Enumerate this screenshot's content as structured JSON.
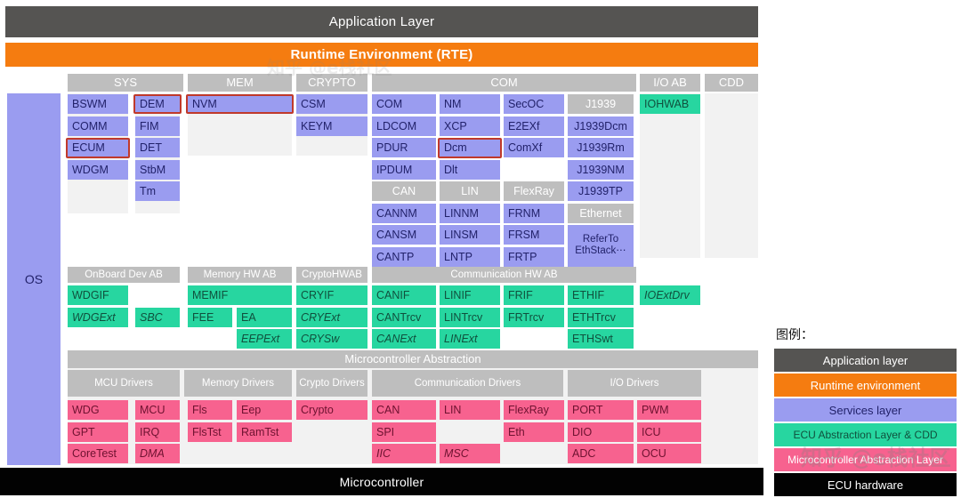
{
  "banners": {
    "application_layer": "Application Layer",
    "rte": "Runtime Environment (RTE)",
    "microcontroller": "Microcontroller"
  },
  "os_column": {
    "label": "OS"
  },
  "top_groups": [
    {
      "label": "SYS"
    },
    {
      "label": "MEM"
    },
    {
      "label": "CRYPTO"
    },
    {
      "label": "COM"
    },
    {
      "label": "I/O AB"
    },
    {
      "label": "CDD"
    }
  ],
  "services": {
    "sys": {
      "col1": [
        "BSWM",
        "COMM",
        "ECUM",
        "WDGM"
      ],
      "col2": [
        "DEM",
        "FIM",
        "DET",
        "StbM",
        "Tm"
      ]
    },
    "mem": {
      "col1": [
        "NVM"
      ]
    },
    "crypto": {
      "col1": [
        "CSM",
        "KEYM"
      ]
    },
    "com": {
      "col1": [
        "COM",
        "LDCOM",
        "PDUR",
        "IPDUM",
        "CAN",
        "CANNM",
        "CANSM",
        "CANTP"
      ],
      "col2": [
        "NM",
        "XCP",
        "Dcm",
        "Dlt",
        "LIN",
        "LINNM",
        "LINSM",
        "LNTP"
      ],
      "col3": [
        "SecOC",
        "E2EXf",
        "ComXf",
        "",
        "FlexRay",
        "FRNM",
        "FRSM",
        "FRTP"
      ],
      "col4": [
        "J1939",
        "J1939Dcm",
        "J1939Rm",
        "J1939NM",
        "J1939TP",
        "Ethernet",
        "ReferTo EthStack⋯"
      ]
    },
    "io_ab": {
      "col1": [
        "IOHWAB"
      ]
    }
  },
  "hw_abstraction": {
    "group_headers": [
      {
        "label": "OnBoard Dev AB"
      },
      {
        "label": "Memory HW AB"
      },
      {
        "label": "CryptoHWAB"
      },
      {
        "label": "Communication HW AB"
      }
    ],
    "onboard": {
      "col1": [
        "WDGIF",
        "WDGExt"
      ],
      "col2": [
        "SBC"
      ]
    },
    "memory": {
      "col1": [
        "MEMIF",
        "FEE"
      ],
      "col2": [
        "EA",
        "EEPExt"
      ]
    },
    "crypto": {
      "col1": [
        "CRYIF",
        "CRYExt",
        "CRYSw"
      ]
    },
    "comm": {
      "col1": [
        "CANIF",
        "CANTrcv",
        "CANExt"
      ],
      "col2": [
        "LINIF",
        "LINTrcv",
        "LINExt"
      ],
      "col3": [
        "FRIF",
        "FRTrcv"
      ],
      "col4": [
        "ETHIF",
        "ETHTrcv",
        "ETHSwt"
      ]
    },
    "io": {
      "col1": [
        "IOExtDrv"
      ]
    }
  },
  "mcal": {
    "title": "Microcontroller Abstraction",
    "group_headers": [
      {
        "label": "MCU Drivers"
      },
      {
        "label": "Memory Drivers"
      },
      {
        "label": "Crypto Drivers"
      },
      {
        "label": "Communication Drivers"
      },
      {
        "label": "I/O Drivers"
      }
    ],
    "mcu": {
      "col1": [
        "WDG",
        "GPT",
        "CoreTest"
      ],
      "col2": [
        "MCU",
        "IRQ",
        "DMA"
      ]
    },
    "memory": {
      "col1": [
        "Fls",
        "FlsTst"
      ],
      "col2": [
        "Eep",
        "RamTst"
      ]
    },
    "crypto": {
      "col1": [
        "Crypto"
      ]
    },
    "comm": {
      "col1": [
        "CAN",
        "SPI",
        "IIC"
      ],
      "col2": [
        "LIN",
        "",
        "MSC"
      ],
      "col3": [
        "FlexRay",
        "Eth"
      ]
    },
    "io": {
      "col1": [
        "PORT",
        "DIO",
        "ADC"
      ],
      "col2": [
        "PWM",
        "ICU",
        "OCU"
      ]
    }
  },
  "italic_cells": [
    "WDGExt",
    "SBC",
    "EEPExt",
    "CRYExt",
    "CRYSw",
    "CANExt",
    "LINExt",
    "IOExtDrv",
    "DMA",
    "IIC",
    "MSC"
  ],
  "highlights": [
    "DEM",
    "NVM",
    "ECUM",
    "Dcm"
  ],
  "legend": {
    "title": "图例：",
    "rows": [
      {
        "label": "Application layer",
        "color": "#555452"
      },
      {
        "label": "Runtime environment",
        "color": "#f57c10"
      },
      {
        "label": "Services layer",
        "color": "#9a9cf0"
      },
      {
        "label": "ECU Abstraction Layer & CDD",
        "color": "#27d6a0"
      },
      {
        "label": "Microcontroller Abstraction Layer",
        "color": "#f7628f"
      },
      {
        "label": "ECU hardware",
        "color": "#020202"
      }
    ]
  },
  "watermark": {
    "text": "知乎 @e栈社区"
  }
}
